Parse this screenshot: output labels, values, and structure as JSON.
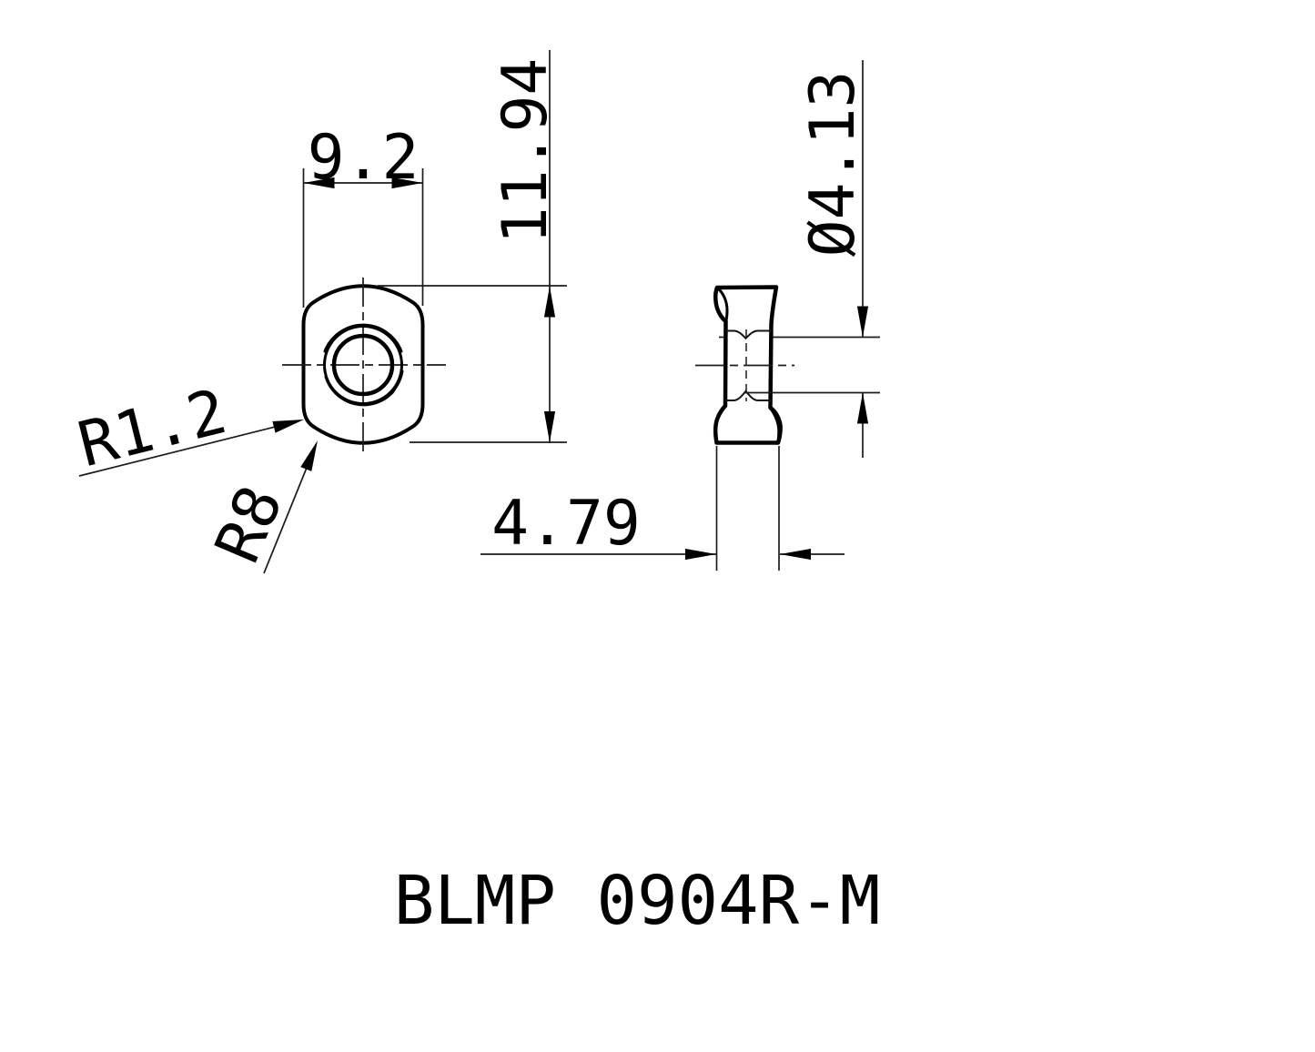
{
  "part_number": "BLMP 0904R-M",
  "dimensions": {
    "width": "9.2",
    "length": "11.94",
    "hole_diameter": "Ø4.13",
    "thickness": "4.79",
    "corner_radius": "R1.2",
    "cutting_edge_radius": "R8"
  },
  "colors": {
    "ink": "#000000",
    "background": "#ffffff"
  }
}
